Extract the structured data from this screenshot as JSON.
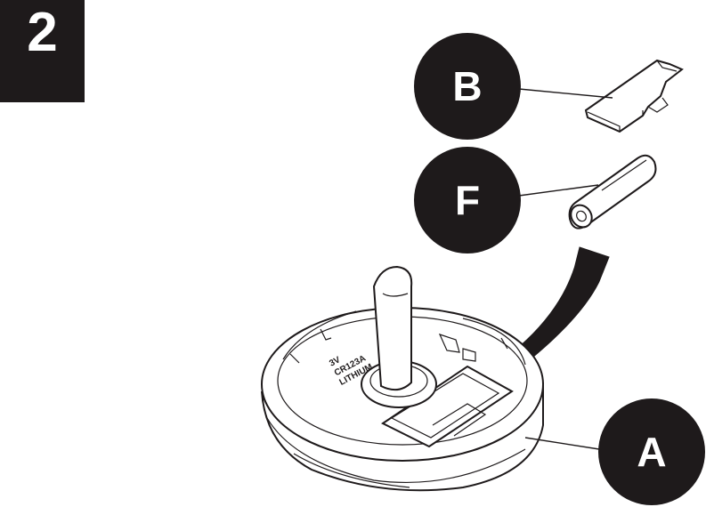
{
  "step_number": "2",
  "callouts": {
    "b": "B",
    "f": "F",
    "a": "A"
  },
  "embossed_text": [
    "3V",
    "CR123A",
    "LITHIUM"
  ],
  "colors": {
    "ink": "#1e1a1b",
    "paper": "#ffffff"
  }
}
